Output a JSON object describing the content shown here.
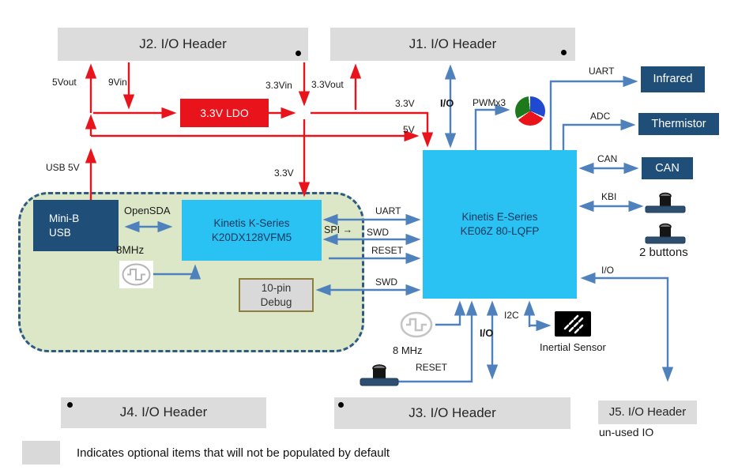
{
  "headers": {
    "j1": "J1. I/O Header",
    "j2": "J2. I/O Header",
    "j3": "J3. I/O Header",
    "j4": "J4. I/O Header",
    "j5": "J5. I/O Header",
    "j5_note": "un-used IO"
  },
  "blocks": {
    "ldo": "3.3V LDO",
    "usb": "Mini-B\nUSB",
    "k20": "Kinetis K-Series\nK20DX128VFM5",
    "debug": "10-pin\nDebug",
    "ke06": "Kinetis E-Series\nKE06Z 80-LQFP",
    "infrared": "Infrared",
    "thermistor": "Thermistor",
    "can": "CAN"
  },
  "labels": {
    "v5out": "5Vout",
    "v9in": "9Vin",
    "v33in": "3.3Vin",
    "v33out": "3.3Vout",
    "usb5v": "USB 5V",
    "v33_chip": "3.3V",
    "v5_chip": "5V",
    "v33_k20": "3.3V",
    "opensda": "OpenSDA",
    "mhz8_k20": "8MHz",
    "spi": "SPI →",
    "uart_sda": "UART",
    "swd_sda": "SWD",
    "reset_sda": "RESET",
    "swd_debug": "SWD",
    "io_j1": "I/O",
    "pwm": "PWMx3",
    "uart_ir": "UART",
    "adc": "ADC",
    "can_bus": "CAN",
    "kbi": "KBI",
    "two_buttons": "2 buttons",
    "io_j5": "I/O",
    "io_j3": "I/O",
    "i2c": "I2C",
    "mhz8_ke": "8 MHz",
    "reset_btn": "RESET",
    "inertial": "Inertial Sensor"
  },
  "legend": {
    "text": "Indicates optional items that will not be populated by default"
  },
  "colors": {
    "red": "#e8131b",
    "blue": "#4f81bd",
    "cyan": "#29c2f2",
    "navy": "#1f4e79",
    "board_green": "#dbe7c6",
    "border_dash": "#2e5a84",
    "header_gray": "#dcdcdc",
    "optional_gray": "#d9d9d9",
    "debug_border": "#8f7f3f",
    "chip_text": "#17375d"
  }
}
